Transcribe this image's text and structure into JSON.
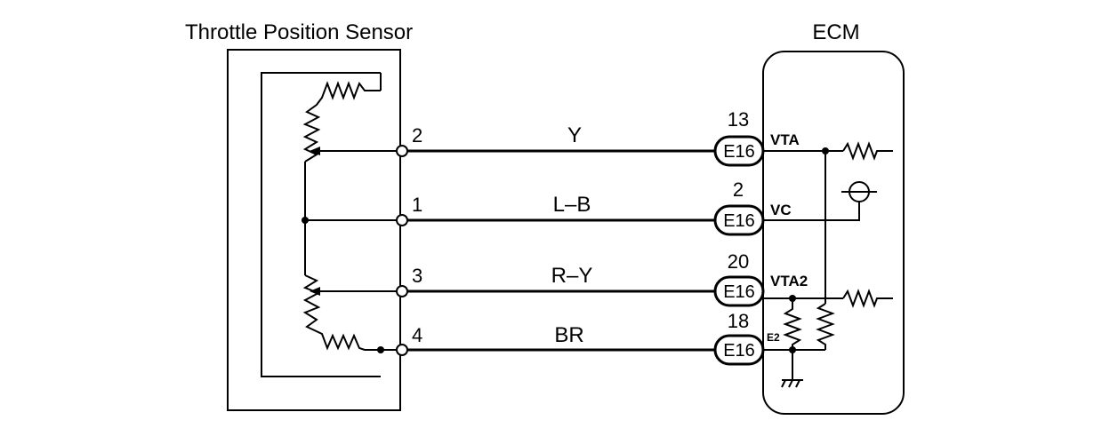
{
  "sensor": {
    "title": "Throttle Position Sensor"
  },
  "ecm": {
    "title": "ECM"
  },
  "wires": [
    {
      "pin": "2",
      "color": "Y",
      "ecm_pin": "13",
      "connector": "E16",
      "signal": "VTA"
    },
    {
      "pin": "1",
      "color": "L–B",
      "ecm_pin": "2",
      "connector": "E16",
      "signal": "VC"
    },
    {
      "pin": "3",
      "color": "R–Y",
      "ecm_pin": "20",
      "connector": "E16",
      "signal": "VTA2"
    },
    {
      "pin": "4",
      "color": "BR",
      "ecm_pin": "18",
      "connector": "E16",
      "signal": "E2"
    }
  ]
}
